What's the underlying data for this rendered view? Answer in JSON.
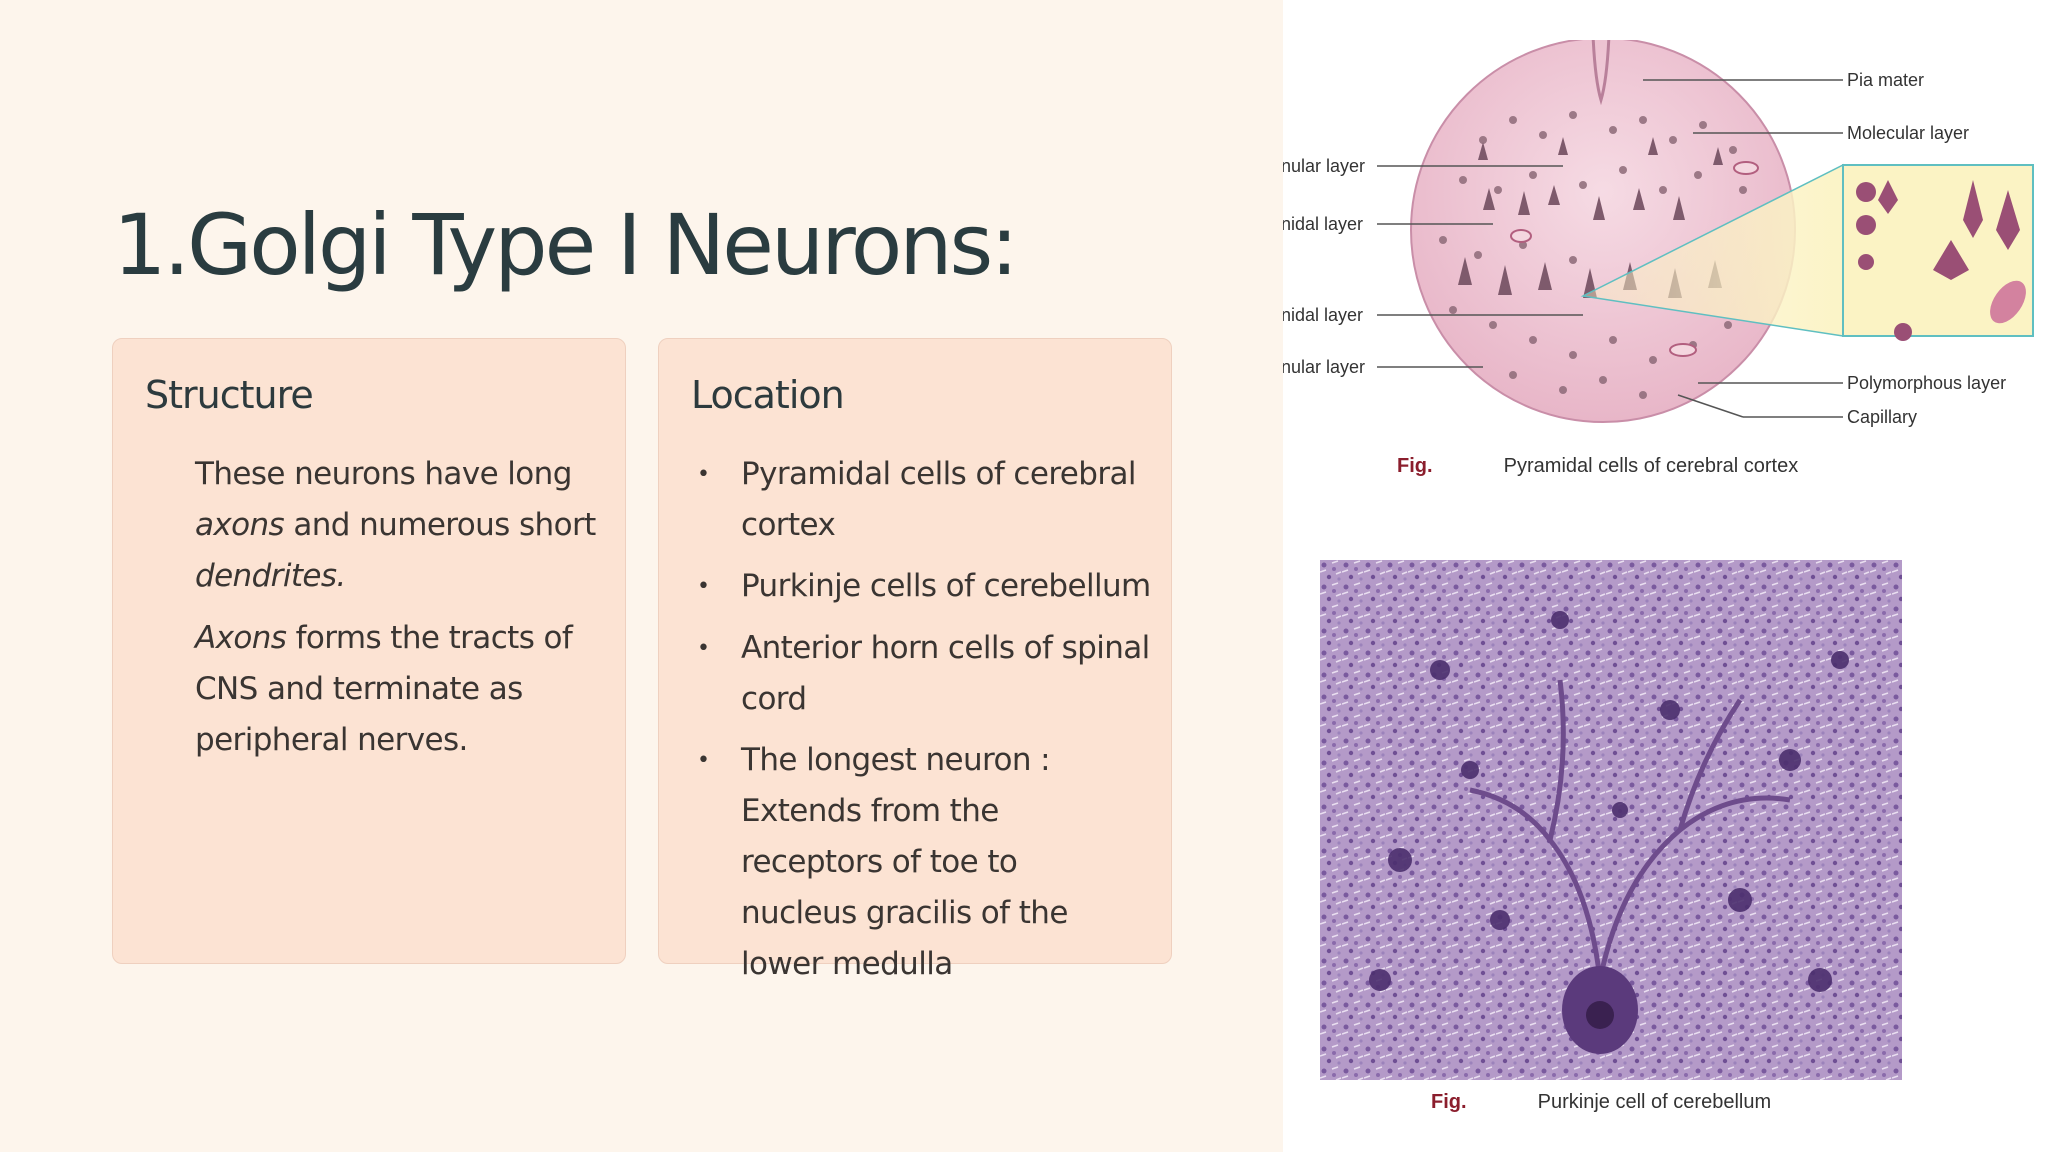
{
  "slide": {
    "title": "1.Golgi Type I Neurons:"
  },
  "structure_card": {
    "heading": "Structure",
    "para1": {
      "part1": "These neurons have long ",
      "italic1": "axons",
      "part2": " and numerous short ",
      "italic2": "dendrites."
    },
    "para2": {
      "italic1": "Axons",
      "part1": " forms the tracts of CNS and terminate as peripheral nerves."
    }
  },
  "location_card": {
    "heading": "Location",
    "bullets": [
      "Pyramidal cells of cerebral cortex",
      "Purkinje cells of cerebellum",
      "Anterior horn cells of spinal cord",
      "The longest neuron : Extends from the receptors of toe to nucleus gracilis of the lower medulla"
    ],
    "bullet_symbol": "•"
  },
  "figure_top": {
    "labels_left": [
      "nular layer",
      "nidal layer",
      "nidal layer",
      "nular layer"
    ],
    "labels_right": [
      "Pia mater",
      "Molecular layer",
      "Polymorphous layer",
      "Capillary"
    ],
    "caption_prefix": "Fig.",
    "caption": "Pyramidal cells of cerebral cortex"
  },
  "figure_bottom": {
    "caption_prefix": "Fig.",
    "caption": "Purkinje cell of cerebellum"
  },
  "colors": {
    "background": "#fdf5ec",
    "card": "#fce3d3",
    "title": "#2a3c40",
    "stain": "#9d78b6",
    "circle": "#efc3d3"
  }
}
